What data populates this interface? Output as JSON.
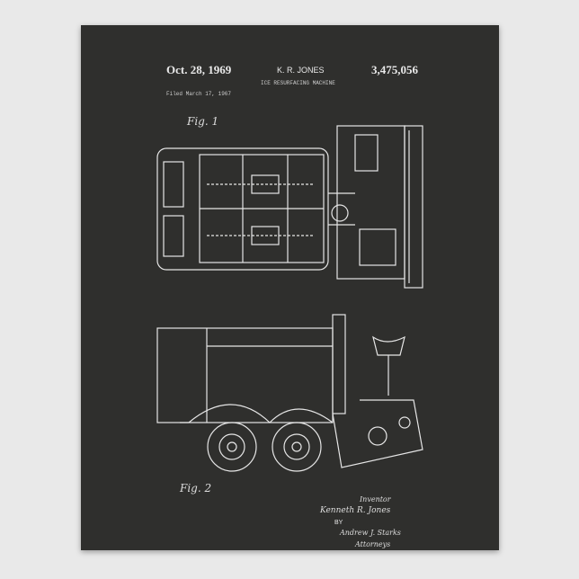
{
  "header": {
    "date": "Oct. 28, 1969",
    "inventor": "K. R. JONES",
    "patent_number": "3,475,056",
    "title": "ICE RESURFACING MACHINE",
    "filed": "Filed March 17, 1967"
  },
  "figures": {
    "fig1": "Fig. 1",
    "fig2": "Fig. 2"
  },
  "signature": {
    "role": "Inventor",
    "name": "Kenneth R. Jones",
    "by": "BY",
    "attorney": "Andrew J. Starks",
    "attorney_role": "Attorneys"
  },
  "colors": {
    "background": "#e9e9e9",
    "poster": "#2f2f2d",
    "ink": "#eaeaea"
  }
}
